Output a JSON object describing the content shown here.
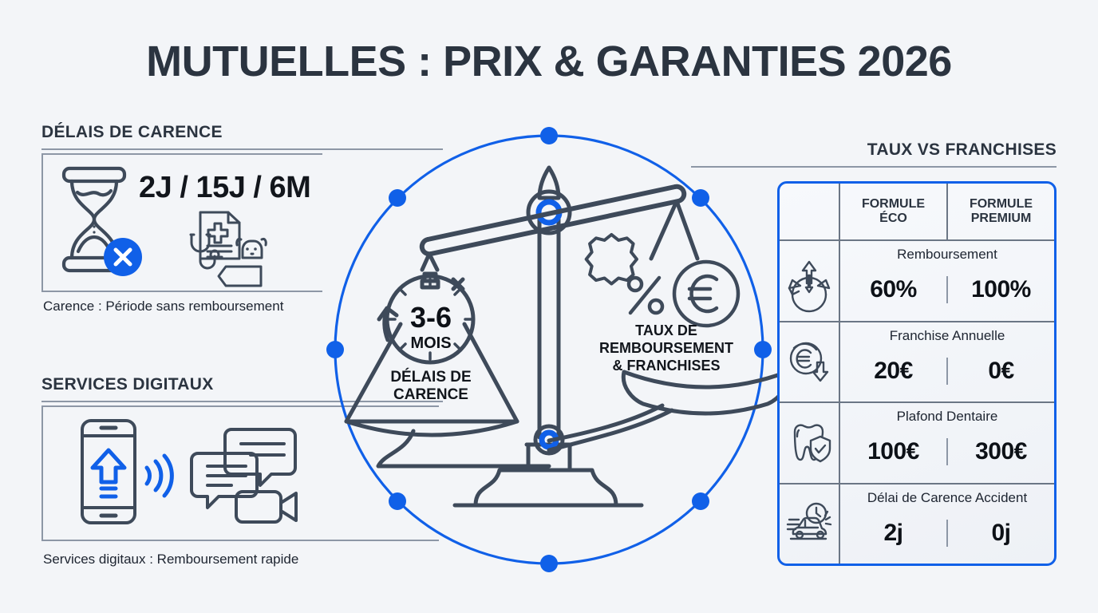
{
  "page": {
    "title": "MUTUELLES : PRIX & GARANTIES 2026",
    "background_color": "#f3f5f8",
    "accent_blue": "#1060e8",
    "dark_navy": "#2b3440"
  },
  "left_top": {
    "heading": "DÉLAIS DE CARENCE",
    "stat": "2J / 15J / 6M",
    "caption": "Carence : Période sans remboursement",
    "icons": [
      "hourglass-icon",
      "x-badge-icon",
      "medical-record-pet-icon"
    ]
  },
  "left_bottom": {
    "heading": "SERVICES DIGITAUX",
    "caption": "Services digitaux : Remboursement rapide",
    "icons": [
      "smartphone-upload-icon",
      "wifi-waves-icon",
      "chat-bubbles-icon",
      "video-camera-icon"
    ]
  },
  "center": {
    "icon": "balance-scale-icon",
    "left_pan": {
      "icon": "stopwatch-icon",
      "value": "3-6",
      "unit": "MOIS",
      "label_line1": "DÉLAIS DE",
      "label_line2": "CARENCE"
    },
    "right_pan": {
      "icons": [
        "percent-badge-icon",
        "euro-circle-icon"
      ],
      "label_line1": "TAUX DE",
      "label_line2": "REMBOURSEMENT",
      "label_line3": "& FRANCHISES"
    },
    "ring_dots": 8
  },
  "right": {
    "heading": "TAUX VS FRANCHISES",
    "columns": [
      {
        "line1": "FORMULE",
        "line2": "ÉCO"
      },
      {
        "line1": "FORMULE",
        "line2": "PREMIUM"
      }
    ],
    "rows": [
      {
        "icon": "refund-arrows-icon",
        "label": "Remboursement",
        "eco": "60%",
        "premium": "100%"
      },
      {
        "icon": "euro-down-arrow-icon",
        "label": "Franchise Annuelle",
        "eco": "20€",
        "premium": "0€"
      },
      {
        "icon": "tooth-shield-icon",
        "label": "Plafond Dentaire",
        "eco": "100€",
        "premium": "300€"
      },
      {
        "icon": "car-crash-clock-icon",
        "label": "Délai de Carence Accident",
        "eco": "2j",
        "premium": "0j"
      }
    ]
  },
  "chart_data": {
    "type": "table",
    "title": "TAUX VS FRANCHISES",
    "categories": [
      "Remboursement",
      "Franchise Annuelle",
      "Plafond Dentaire",
      "Délai de Carence Accident"
    ],
    "series": [
      {
        "name": "FORMULE ÉCO",
        "values": [
          "60%",
          "20€",
          "100€",
          "2j"
        ]
      },
      {
        "name": "FORMULE PREMIUM",
        "values": [
          "100%",
          "0€",
          "300€",
          "0j"
        ]
      }
    ],
    "annotations": [
      "Délais de carence : 2J / 15J / 6M",
      "Carence : Période sans remboursement",
      "Services digitaux : Remboursement rapide",
      "Délais de carence : 3-6 MOIS"
    ]
  }
}
